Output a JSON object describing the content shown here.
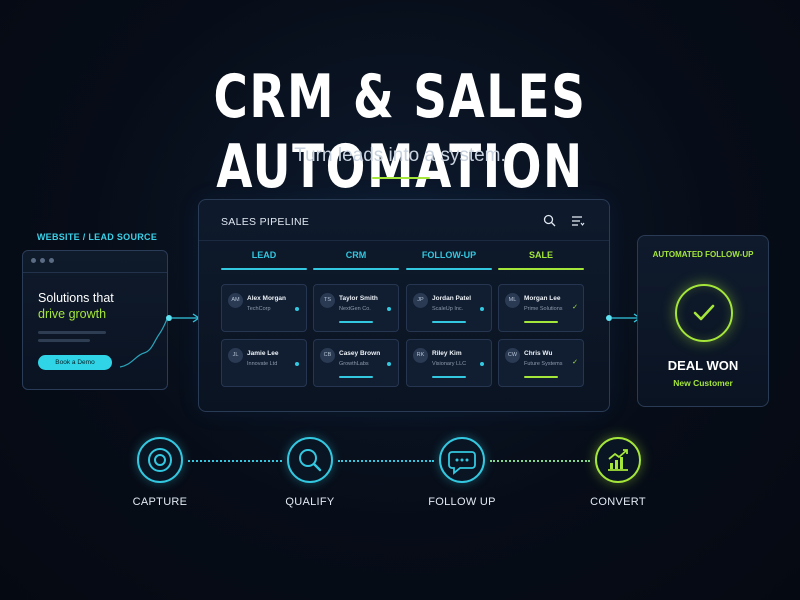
{
  "header": {
    "title": "CRM & SALES AUTOMATION",
    "subtitle": "Turn leads into a system."
  },
  "source": {
    "label": "WEBSITE / LEAD SOURCE",
    "headline_line1": "Solutions that",
    "headline_line2": "drive growth",
    "cta": "Book a Demo"
  },
  "pipeline": {
    "title": "SALES PIPELINE",
    "columns": [
      {
        "label": "LEAD",
        "color": "#33c8e0"
      },
      {
        "label": "CRM",
        "color": "#33c8e0"
      },
      {
        "label": "FOLLOW-UP",
        "color": "#33c8e0"
      },
      {
        "label": "SALE",
        "color": "#a5e63a"
      }
    ],
    "cards": [
      {
        "initials": "AM",
        "name": "Alex Morgan",
        "company": "TechCorp",
        "status": "dot"
      },
      {
        "initials": "JL",
        "name": "Jamie Lee",
        "company": "Innovate Ltd",
        "status": "dot"
      },
      {
        "initials": "TS",
        "name": "Taylor Smith",
        "company": "NextGen Co.",
        "status": "dot"
      },
      {
        "initials": "CB",
        "name": "Casey Brown",
        "company": "GrowthLabs",
        "status": "dot"
      },
      {
        "initials": "JP",
        "name": "Jordan Patel",
        "company": "ScaleUp Inc.",
        "status": "dot"
      },
      {
        "initials": "RK",
        "name": "Riley Kim",
        "company": "Visionary LLC",
        "status": "dot"
      },
      {
        "initials": "ML",
        "name": "Morgan Lee",
        "company": "Prime Solutions",
        "status": "check"
      },
      {
        "initials": "CW",
        "name": "Chris Wu",
        "company": "Future Systems",
        "status": "check"
      }
    ]
  },
  "deal": {
    "label": "AUTOMATED FOLLOW-UP",
    "status": "DEAL WON",
    "sub": "New Customer"
  },
  "steps": [
    {
      "label": "CAPTURE",
      "icon": "target-icon"
    },
    {
      "label": "QUALIFY",
      "icon": "magnifier-icon"
    },
    {
      "label": "FOLLOW UP",
      "icon": "chat-icon"
    },
    {
      "label": "CONVERT",
      "icon": "chart-growth-icon"
    }
  ],
  "colors": {
    "cyan": "#33c8e0",
    "lime": "#a5e63a",
    "background": "#070d18"
  }
}
